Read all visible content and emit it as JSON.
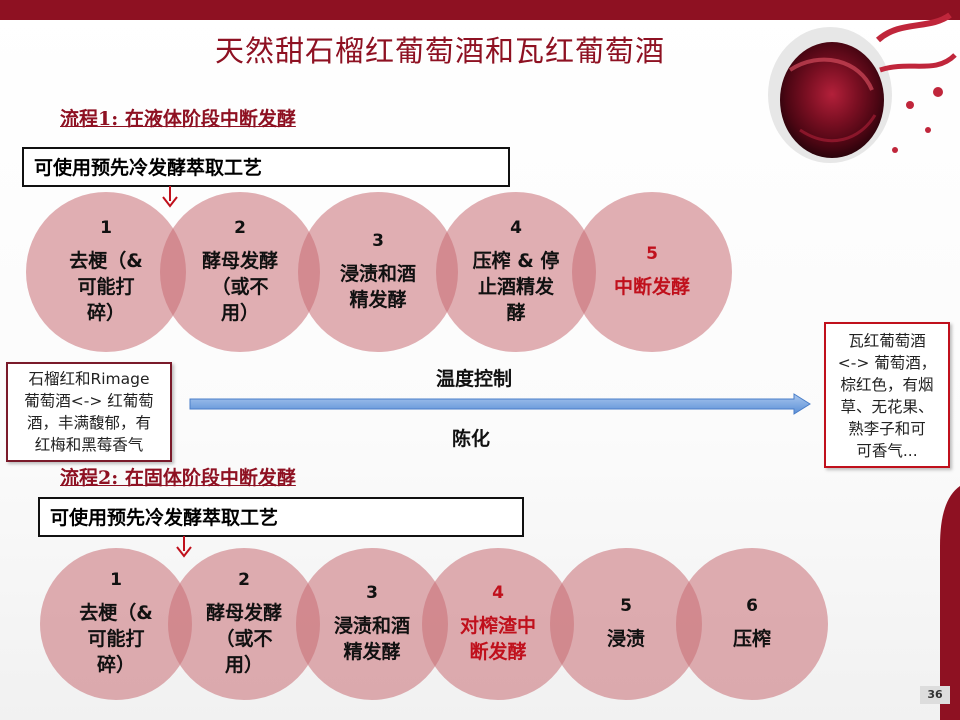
{
  "title": "天然甜石榴红葡萄酒和瓦红葡萄酒",
  "flow1": {
    "heading": "流程1: 在液体阶段中断发酵",
    "method": "可使用预先冷发酵萃取工艺",
    "steps": [
      {
        "num": "1",
        "label": "去梗（&\n可能打\n碎）"
      },
      {
        "num": "2",
        "label": "酵母发酵\n（或不\n用）"
      },
      {
        "num": "3",
        "label": "浸渍和酒\n精发酵"
      },
      {
        "num": "4",
        "label": "压榨 & 停\n止酒精发\n酵"
      },
      {
        "num": "5",
        "label": "中断发酵"
      }
    ]
  },
  "middle": {
    "temperature": "温度控制",
    "aging": "陈化"
  },
  "left_note": {
    "line1": "石榴红和Rimage",
    "line2": "葡萄酒<-> 红葡萄",
    "line3": "酒，丰满馥郁，有",
    "line4": "红梅和黑莓香气"
  },
  "right_note": {
    "line1": "瓦红葡萄酒",
    "line2": "<-> 葡萄酒，",
    "line3": "棕红色，有烟",
    "line4": "草、无花果、",
    "line5": "熟李子和可",
    "line6": "可香气..."
  },
  "flow2": {
    "heading": "流程2: 在固体阶段中断发酵",
    "method": "可使用预先冷发酵萃取工艺",
    "steps": [
      {
        "num": "1",
        "label": "去梗（&\n可能打\n碎）"
      },
      {
        "num": "2",
        "label": "酵母发酵\n（或不\n用）"
      },
      {
        "num": "3",
        "label": "浸渍和酒\n精发酵"
      },
      {
        "num": "4",
        "label": "对榨渣中\n断发酵"
      },
      {
        "num": "5",
        "label": "浸渍"
      },
      {
        "num": "6",
        "label": "压榨"
      }
    ]
  },
  "page_number": "36",
  "colors": {
    "brand": "#8e1122",
    "circle_fill": "#d0878d",
    "highlight_text": "#c0101c",
    "arrow_blue": "#6fa0dc"
  }
}
